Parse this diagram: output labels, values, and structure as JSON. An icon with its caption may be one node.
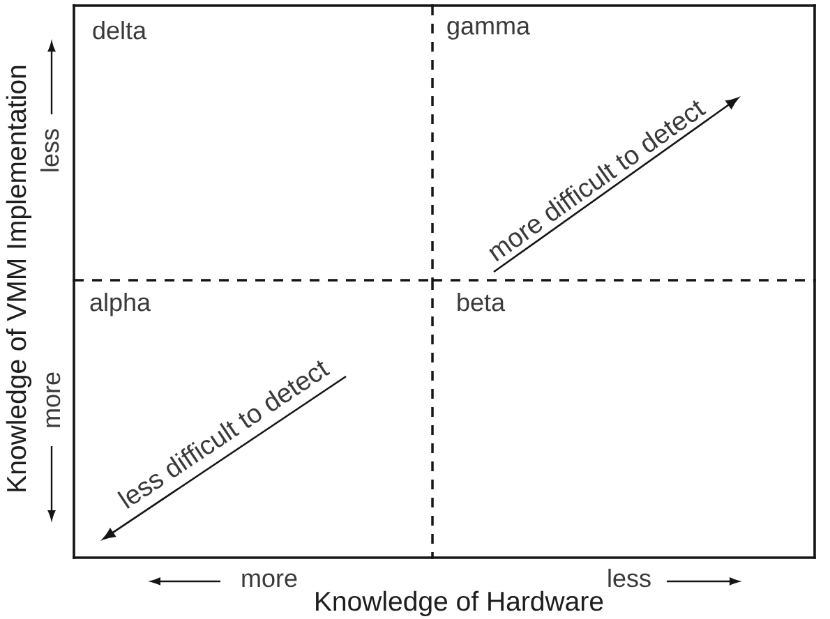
{
  "diagram": {
    "nodes": [
      {
        "text": [
          "delta"
        ]
      },
      {
        "text": [
          "gamma"
        ]
      },
      {
        "text": [
          "alpha"
        ]
      },
      {
        "text": [
          "beta"
        ]
      }
    ],
    "labels": [
      "Knowledge of VMM Implementation",
      "less",
      "more",
      "more difficult to detect",
      "less difficult to detect",
      "more",
      "less",
      "Knowledge of Hardware"
    ]
  }
}
